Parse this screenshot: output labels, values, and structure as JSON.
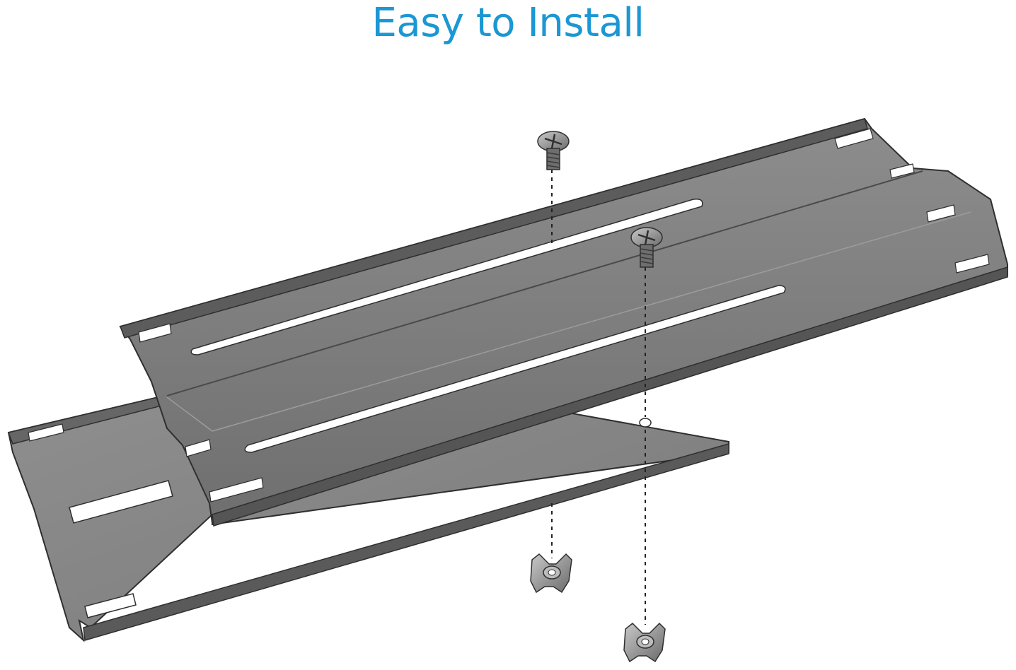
{
  "title": "Easy to Install",
  "colors": {
    "title": "#1b97d4",
    "plate_bottom": "#8a8a8a",
    "plate_top": "#7d7d7d",
    "plate_edge": "#3d3d3d",
    "slot": "#ffffff",
    "hardware": "#9a9a9a"
  },
  "parts": {
    "screws": 2,
    "wing_nuts": 2,
    "plates": 2
  }
}
